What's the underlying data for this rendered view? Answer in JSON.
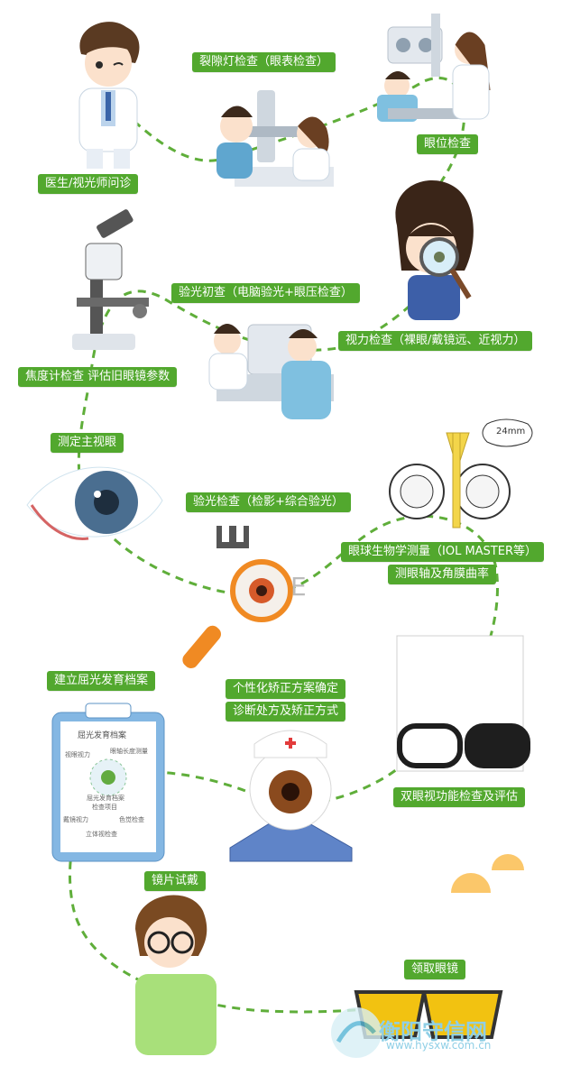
{
  "steps": {
    "s1": "医生/视光师问诊",
    "s2": "裂隙灯检查（眼表检查）",
    "s3": "眼位检查",
    "s4": "视力检查（裸眼/戴镜远、近视力）",
    "s5": "验光初查（电脑验光+眼压检查）",
    "s6": "焦度计检查 评估旧眼镜参数",
    "s7": "测定主视眼",
    "s8": "验光检查（检影+综合验光）",
    "s9a": "眼球生物学测量（IOL MASTER等）",
    "s9b": "测眼轴及角膜曲率",
    "s10": "双眼视功能检查及评估",
    "s11a": "个性化矫正方案确定",
    "s11b": "诊断处方及矫正方式",
    "s12": "建立屈光发育档案",
    "s13": "镜片试戴",
    "s14": "领取眼镜"
  },
  "clipboard": {
    "title": "屈光发育档案",
    "items": [
      "视眼视力",
      "眼轴长度测量",
      "屈光发育档案",
      "检查项目",
      "戴镜视力",
      "色觉检查",
      "立体视检查"
    ]
  },
  "eye_chart": {
    "letter": "E"
  },
  "illustrations": {
    "micro_note": "24mm"
  },
  "watermark": {
    "name": "衡阳守信网",
    "url": "www.hysxw.com.cn"
  },
  "colors": {
    "label_bg": "#52a82e",
    "path": "#5fae3a",
    "skin": "#fbe1cc",
    "accent_orange": "#f08a23"
  }
}
